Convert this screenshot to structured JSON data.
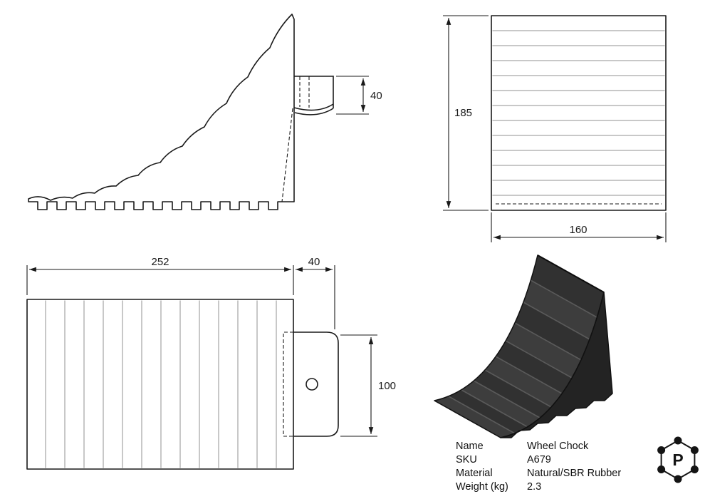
{
  "sheet": {
    "background": "#ffffff",
    "line_color": "#1a1a1a",
    "render_dark": "#313131",
    "render_face": "#232323"
  },
  "dimensions": {
    "side_handle_depth": "40",
    "back_height": "185",
    "back_width": "160",
    "top_length": "252",
    "top_handle_depth": "40",
    "top_handle_height": "100"
  },
  "specs": {
    "rows": [
      {
        "label": "Name",
        "value": "Wheel Chock"
      },
      {
        "label": "SKU",
        "value": "A679"
      },
      {
        "label": "Material",
        "value": "Natural/SBR Rubber"
      },
      {
        "label": "Weight (kg)",
        "value": "2.3"
      }
    ]
  },
  "logo": {
    "letter": "P"
  }
}
